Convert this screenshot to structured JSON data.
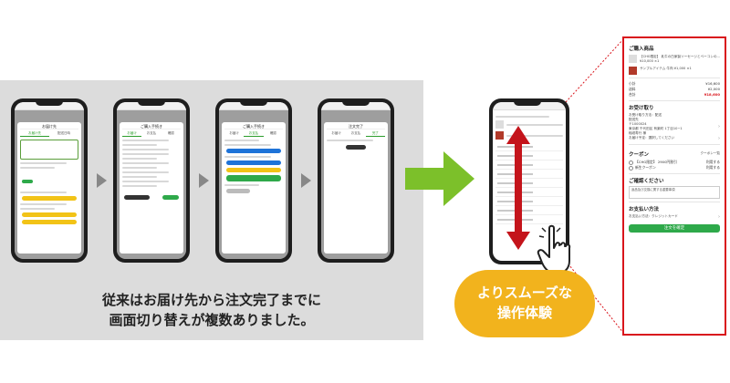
{
  "caption": {
    "line1": "従来はお届け先から注文完了までに",
    "line2": "画面切り替えが複数ありました。"
  },
  "badge": {
    "line1": "よりスムーズな",
    "line2": "操作体験"
  },
  "colors": {
    "panel_bg": "#dcdcdc",
    "arrow_green": "#7cc02a",
    "scroll_arrow_red": "#c4141b",
    "badge_orange": "#f2b31d",
    "detail_border": "#d9151c",
    "button_green": "#2ea94a"
  },
  "icons": {
    "step_arrow": "triangle-right-icon",
    "flow_arrow": "arrow-right-icon",
    "scroll": "vertical-double-arrow-icon",
    "hand": "pointing-hand-icon"
  },
  "detail": {
    "section_items": "ご購入商品",
    "item1_text": "【CHG限定】 乳牛の白家製ソーセージとベーコンの...",
    "item1_price": "¥10,000 ×1",
    "item2_text": "サンプルアイテム 牛肉 ¥1,000 ×1",
    "subtotal_label": "小計",
    "subtotal_value": "¥16,600",
    "shipping_label": "送料",
    "shipping_value": "¥2,000",
    "total_label": "合計",
    "total_value": "¥18,600",
    "section_delivery": "お受け取り",
    "delivery_method": "お受け取り方法：配送",
    "delivery_to_label": "配送先",
    "delivery_zip": "〒1000024",
    "delivery_address": "東京都 千代田区 有楽町 1丁目10−1",
    "delivery_name": "稲垣寿行 様",
    "delivery_date": "お届け予定：選択してください",
    "section_coupon": "クーポン",
    "coupon_link": "クーポン一覧",
    "coupon1": "【CHG限定】 2900円割引",
    "coupon2": "新生クーポン",
    "coupon_use": "利用する",
    "section_confirm": "ご確認ください",
    "confirm_text": "返品及び交換に関する重要事項",
    "section_payment": "お支払い方法",
    "payment_method": "お支払い方法：クレジットカード",
    "confirm_button": "注文を確定"
  }
}
